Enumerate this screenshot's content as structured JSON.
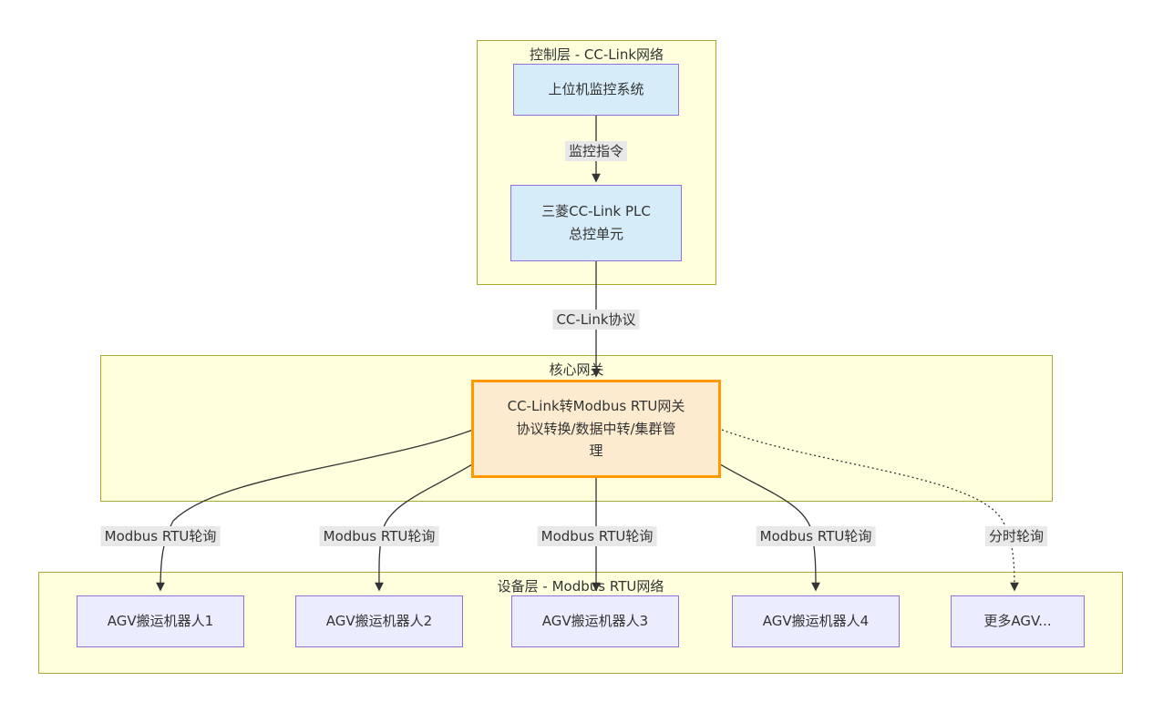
{
  "diagram": {
    "clusters": {
      "control": {
        "title": "控制层 - CC-Link网络"
      },
      "core": {
        "title": "核心网关"
      },
      "device": {
        "title": "设备层 - Modbus RTU网络"
      }
    },
    "nodes": {
      "scada": {
        "label": "上位机监控系统"
      },
      "plc": {
        "lines": [
          "三菱CC-Link PLC",
          "总控单元"
        ]
      },
      "gateway": {
        "lines": [
          "CC-Link转Modbus RTU网关",
          "协议转换/数据中转/集群管",
          "理"
        ]
      },
      "agv1": {
        "label": "AGV搬运机器人1"
      },
      "agv2": {
        "label": "AGV搬运机器人2"
      },
      "agv3": {
        "label": "AGV搬运机器人3"
      },
      "agv4": {
        "label": "AGV搬运机器人4"
      },
      "agv_more": {
        "label": "更多AGV..."
      }
    },
    "edges": {
      "monitor_cmd": "监控指令",
      "cclink_protocol": "CC-Link协议",
      "poll1": "Modbus RTU轮询",
      "poll2": "Modbus RTU轮询",
      "poll3": "Modbus RTU轮询",
      "poll4": "Modbus RTU轮询",
      "timeshare_poll": "分时轮询"
    }
  },
  "colors": {
    "cluster_fill": "#ffffde",
    "cluster_border": "#aaaa33",
    "blue_fill": "#d6ecf8",
    "node_border": "#9370db",
    "gateway_fill": "#fdebd0",
    "gateway_border": "#ff9900",
    "lavender_fill": "#ececff",
    "edge_color": "#333333",
    "label_bg": "#e8e8e8",
    "text_color": "#333333",
    "canvas_bg": "#ffffff"
  }
}
